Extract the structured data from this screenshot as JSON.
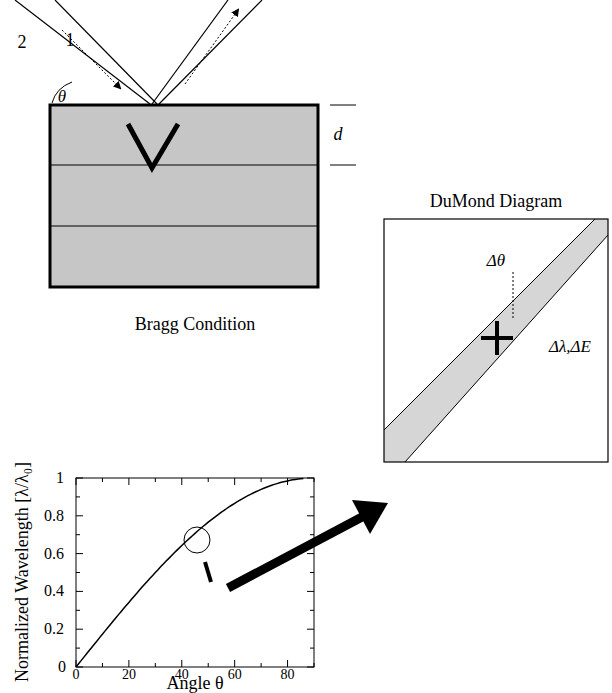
{
  "diagram": {
    "nodes": [
      {
        "text": [
          "DuMond Diagram",
          "Δθ",
          "Δλ,ΔE"
        ]
      }
    ],
    "labels": [
      "2",
      "1",
      "θ",
      "d",
      "Bragg Condition",
      "Normalized Wavelength [λ/λ₀]",
      "1",
      "0.8",
      "0.6",
      "0.4",
      "0.2",
      "0",
      "0",
      "20",
      "40",
      "60",
      "80",
      "Angle θ"
    ]
  }
}
